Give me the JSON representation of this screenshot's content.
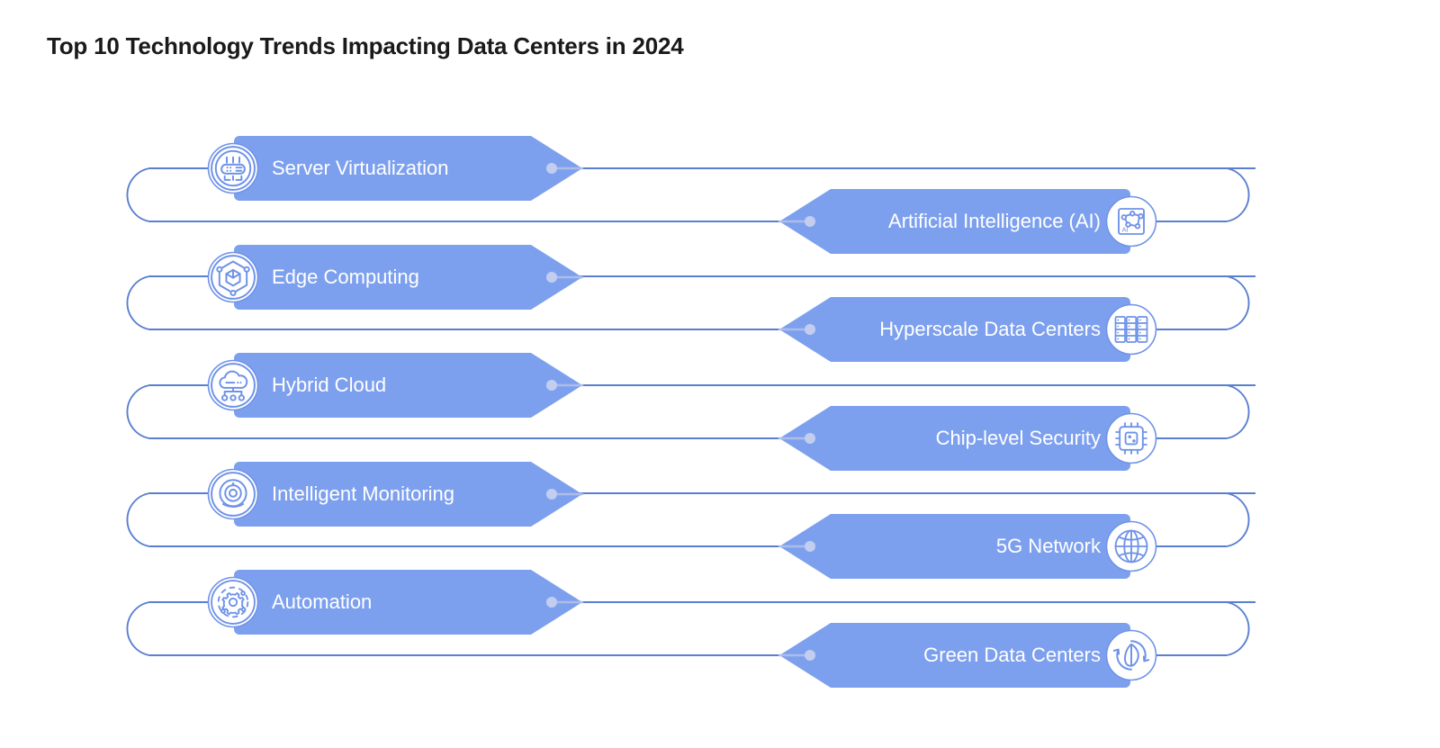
{
  "title": "Top 10 Technology Trends Impacting Data Centers in 2024",
  "colors": {
    "chevron_fill": "#7da0ee",
    "track_stroke": "#4a72c4",
    "connector_stroke": "#5b7fd0",
    "dot_fill": "#c3cdf0",
    "icon_stroke": "#6f93e8",
    "icon_bg": "#ffffff",
    "label_text": "#ffffff",
    "title_text": "#1a1a1a",
    "background": "#ffffff"
  },
  "items": [
    {
      "index": 1,
      "label": "Server Virtualization",
      "side": "left",
      "icon": "server-rack-icon"
    },
    {
      "index": 2,
      "label": "Artificial Intelligence (AI)",
      "side": "right",
      "icon": "ai-circuit-icon"
    },
    {
      "index": 3,
      "label": "Edge Computing",
      "side": "left",
      "icon": "hexagon-cube-icon"
    },
    {
      "index": 4,
      "label": "Hyperscale Data Centers",
      "side": "right",
      "icon": "data-center-racks-icon"
    },
    {
      "index": 5,
      "label": "Hybrid Cloud",
      "side": "left",
      "icon": "cloud-network-icon"
    },
    {
      "index": 6,
      "label": "Chip-level Security",
      "side": "right",
      "icon": "microchip-lock-icon"
    },
    {
      "index": 7,
      "label": "Intelligent Monitoring",
      "side": "left",
      "icon": "camera-monitor-icon"
    },
    {
      "index": 8,
      "label": "5G Network",
      "side": "right",
      "icon": "globe-network-icon"
    },
    {
      "index": 9,
      "label": "Automation",
      "side": "left",
      "icon": "gear-orbit-icon"
    },
    {
      "index": 10,
      "label": "Green Data Centers",
      "side": "right",
      "icon": "leaf-recycle-icon"
    }
  ],
  "labels": {
    "l1": "Server Virtualization",
    "r1": "Artificial Intelligence (AI)",
    "l2": "Edge Computing",
    "r2": "Hyperscale Data Centers",
    "l3": "Hybrid Cloud",
    "r3": "Chip-level Security",
    "l4": "Intelligent Monitoring",
    "r4": "5G Network",
    "l5": "Automation",
    "r5": "Green Data Centers"
  }
}
